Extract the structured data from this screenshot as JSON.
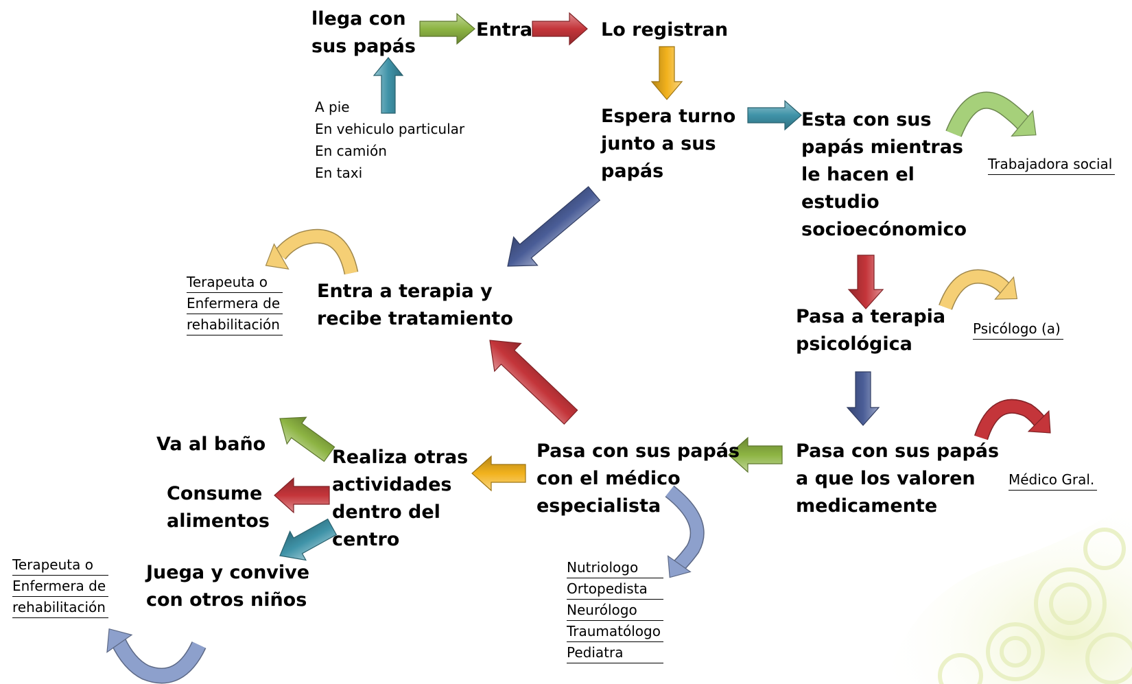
{
  "colors": {
    "green": "#8db443",
    "red": "#c4353a",
    "orange": "#f2b21d",
    "teal": "#3f93a8",
    "blue": "#4a5d97",
    "lightblue": "#8da0cc",
    "lightgreen": "#a6d07a",
    "lightorange": "#f5cf75"
  },
  "nodes": {
    "arrive": "llega con\nsus papás",
    "enter": "Entra",
    "register": "Lo registran",
    "wait": "Espera turno\njunto a sus\npapás",
    "study": "Esta con sus\npapás mientras\nle hacen el\nestudio\nsocioecónomico",
    "therapy_psy": "Pasa a terapia\npsicológica",
    "medical": "Pasa con sus papás\na que los valoren\nmedicamente",
    "specialist": "Pasa con sus papás\ncon el médico\nespecialista",
    "activities": "Realiza otras\nactividades\ndentro del\ncentro",
    "bathroom": "Va al baño",
    "food": "Consume\nalimentos",
    "play": "Juega y convive\ncon otros niños",
    "treatment": "Entra a terapia y\nrecibe tratamiento"
  },
  "transport": [
    "A pie",
    "En vehiculo particular",
    "En camión",
    "En taxi"
  ],
  "roles": {
    "social_worker": "Trabajadora social",
    "psychologist": "Psicólogo (a)",
    "general_doctor": "Médico Gral.",
    "therapist_top": [
      "Terapeuta o",
      "Enfermera de",
      "rehabilitación"
    ],
    "therapist_bottom": [
      "Terapeuta o",
      "Enfermera de",
      "rehabilitación"
    ],
    "specialists": [
      "Nutriologo",
      "Ortopedista",
      "Neurólogo",
      "Traumatólogo",
      "Pediatra"
    ]
  }
}
